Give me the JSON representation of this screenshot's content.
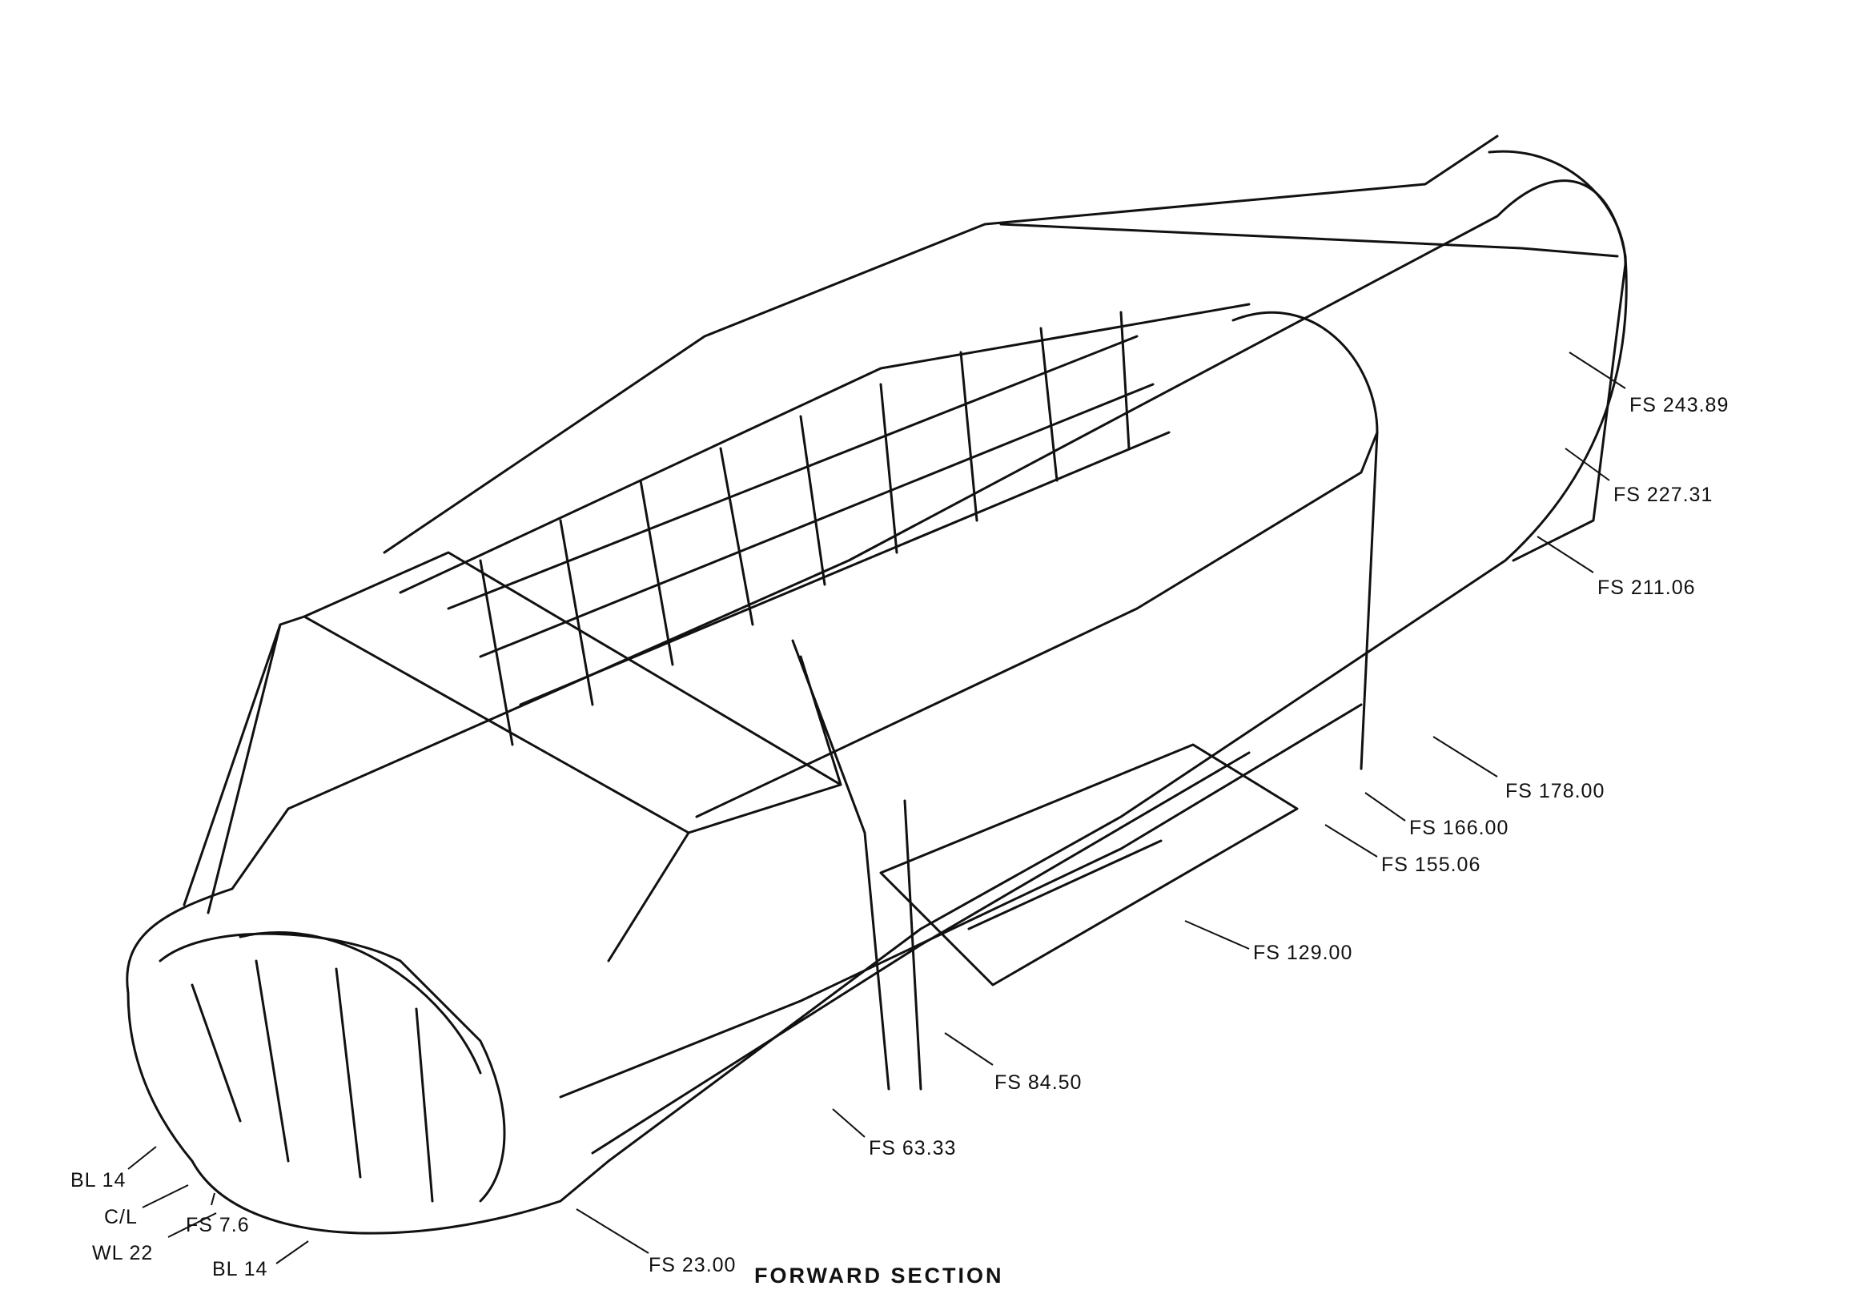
{
  "caption": "FORWARD SECTION",
  "stations": {
    "fs_243_89": "FS 243.89",
    "fs_227_31": "FS 227.31",
    "fs_211_06": "FS 211.06",
    "fs_178_00": "FS 178.00",
    "fs_166_00": "FS 166.00",
    "fs_155_06": "FS 155.06",
    "fs_129_00": "FS 129.00",
    "fs_84_50": "FS 84.50",
    "fs_63_33": "FS 63.33",
    "fs_23_00": "FS 23.00",
    "fs_7_6": "FS 7.6"
  },
  "reference_lines": {
    "bl_14_upper": "BL 14",
    "centerline": "C/L",
    "wl_22": "WL 22",
    "bl_14_lower": "BL 14"
  },
  "colors": {
    "ink": "#111111",
    "paper": "#ffffff"
  }
}
